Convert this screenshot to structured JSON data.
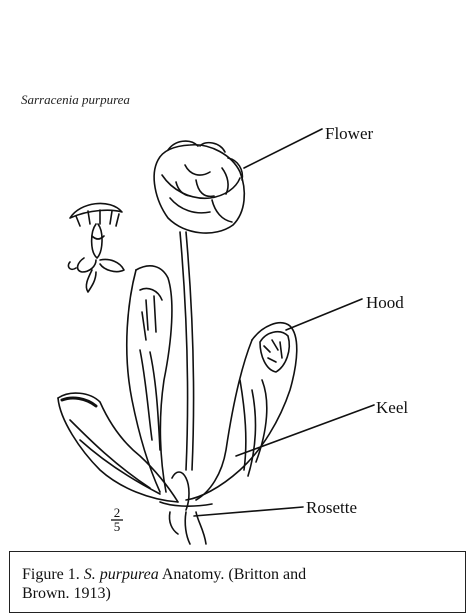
{
  "species_name": "Sarracenia purpurea",
  "labels": {
    "flower": "Flower",
    "hood": "Hood",
    "keel": "Keel",
    "rosette": "Rosette"
  },
  "scale_mark": {
    "numerator": "2",
    "denominator": "5"
  },
  "caption": {
    "prefix": "Figure 1.",
    "species_italic": "S. purpurea",
    "middle": "Anatomy. (Britton and",
    "line2": "Brown. 1913)"
  }
}
